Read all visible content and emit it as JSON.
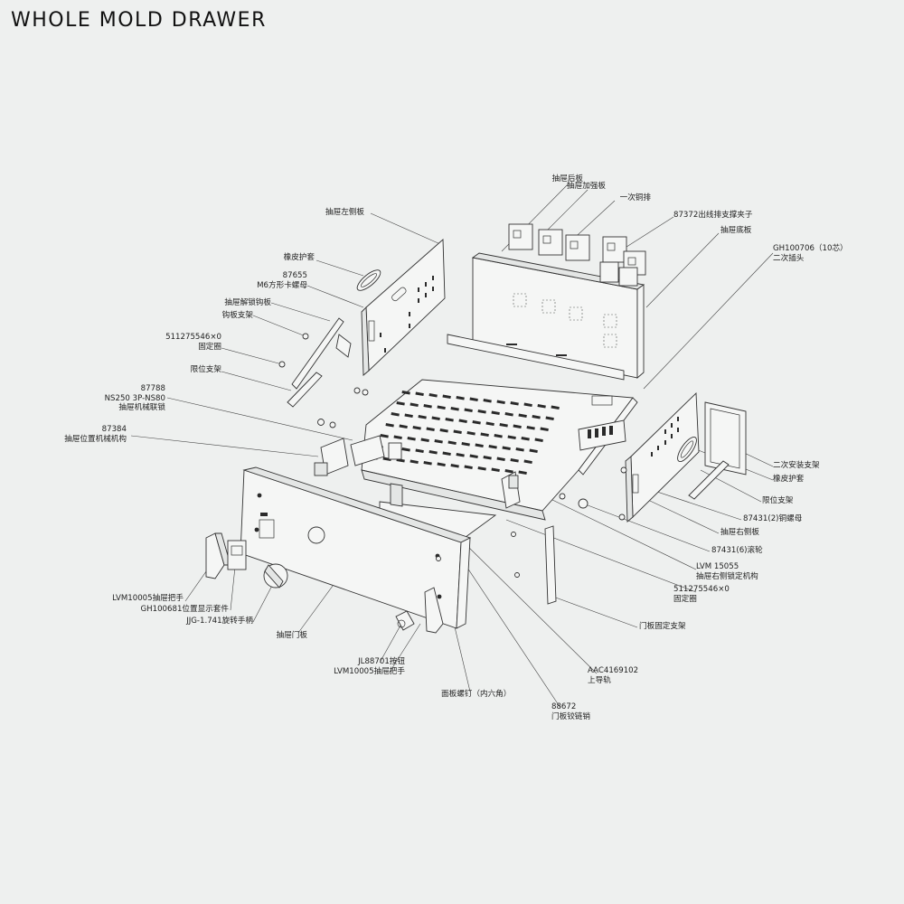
{
  "title": "WHOLE MOLD DRAWER",
  "labels": {
    "rear_panel": "抽屉后板",
    "reinforce_plate": "抽屉加强板",
    "primary_copper": "一次铜排",
    "support_clip_code": "87372出线排支撑夹子",
    "bottom_plate": "抽屉底板",
    "secondary_plug_code": "GH100706（10芯）",
    "secondary_plug": "二次插头",
    "left_side_plate": "抽屉左侧板",
    "rubber_sleeve_left": "橡皮护套",
    "nut_code": "87655",
    "nut_name": "M6方形卡螺母",
    "unlock_hook_plate": "抽屉解锁钩板",
    "hook_bracket": "钩板支架",
    "ring_code_left": "511275546×0",
    "ring_name_left": "固定圈",
    "limit_bracket_left": "限位支架",
    "interlock_code": "87788",
    "interlock_model": "NS250 3P-NS80",
    "interlock_name": "抽屉机械联锁",
    "position_code": "87384",
    "position_name": "抽屉位置机械机构",
    "sec_mount_bracket": "二次安装支架",
    "rubber_sleeve_right": "橡皮护套",
    "limit_bracket_right": "限位支架",
    "copper_nut": "87431(2)铜螺母",
    "right_side_plate": "抽屉右侧板",
    "roller": "87431(6)滚轮",
    "lock_code": "LVM 15055",
    "lock_name": "抽屉右侧锁定机构",
    "ring_code_right": "511275546×0",
    "ring_name_right": "固定圈",
    "door_bracket": "门板固定支架",
    "handle_left": "LVM10005抽屉把手",
    "display_kit": "GH100681位置显示套件",
    "rotary_handle": "JJG-1.741旋转手柄",
    "door_panel": "抽屉门板",
    "button": "JL88701按钮",
    "handle_right": "LVM10005抽屉把手",
    "panel_screw": "面板螺钉（内六角）",
    "rail_code": "AAC4169102",
    "rail_name": "上导轨",
    "hinge_code": "88672",
    "hinge_name": "门板铰链销"
  }
}
